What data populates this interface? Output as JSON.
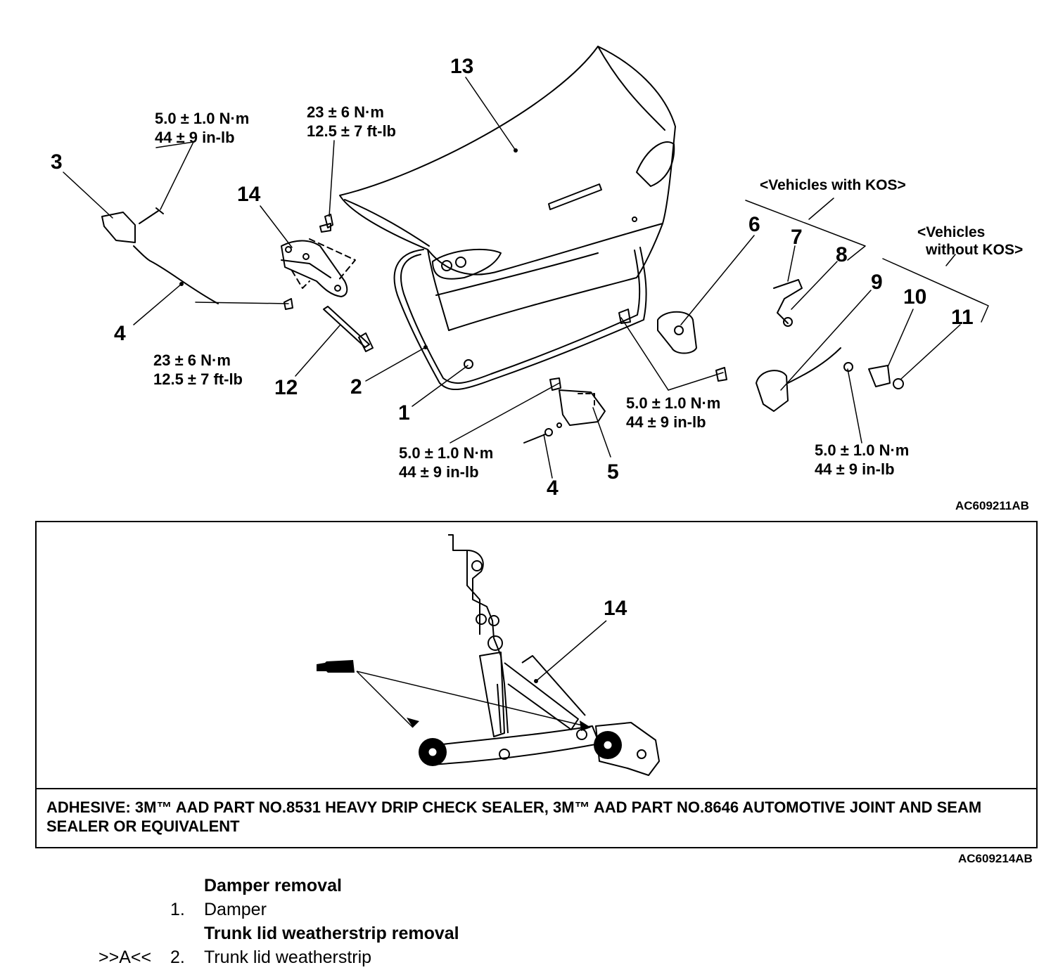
{
  "top_diagram": {
    "callouts": [
      "13",
      "3",
      "14",
      "4",
      "12",
      "2",
      "1",
      "6",
      "7",
      "8",
      "9",
      "10",
      "11",
      "4",
      "5"
    ],
    "torques": [
      {
        "nm": "5.0 ± 1.0 N·m",
        "imp": "44 ± 9 in-lb"
      },
      {
        "nm": "23 ± 6 N·m",
        "imp": "12.5 ± 7 ft-lb"
      },
      {
        "nm": "23 ± 6 N·m",
        "imp": "12.5 ± 7 ft-lb"
      },
      {
        "nm": "5.0 ± 1.0 N·m",
        "imp": "44 ± 9 in-lb"
      },
      {
        "nm": "5.0 ± 1.0 N·m",
        "imp": "44 ± 9 in-lb"
      },
      {
        "nm": "5.0 ± 1.0 N·m",
        "imp": "44 ± 9 in-lb"
      }
    ],
    "vehicles_with_kos": "<Vehicles with KOS>",
    "vehicles_without_kos_line1": "<Vehicles",
    "vehicles_without_kos_line2": "without KOS>",
    "figure_code": "AC609211AB"
  },
  "detail_diagram": {
    "callout": "14",
    "adhesive_note": "ADHESIVE: 3M™ AAD PART NO.8531 HEAVY DRIP CHECK SEALER, 3M™ AAD PART NO.8646 AUTOMOTIVE JOINT AND SEAM SEALER OR EQUIVALENT",
    "figure_code": "AC609214AB"
  },
  "parts_list": [
    {
      "type": "heading",
      "mark": "",
      "index": "",
      "text": "Damper removal"
    },
    {
      "type": "item",
      "mark": "",
      "index": "1.",
      "text": "Damper"
    },
    {
      "type": "heading",
      "mark": "",
      "index": "",
      "text": "Trunk lid weatherstrip removal"
    },
    {
      "type": "item",
      "mark": ">>A<<",
      "index": "2.",
      "text": "Trunk lid weatherstrip"
    }
  ]
}
